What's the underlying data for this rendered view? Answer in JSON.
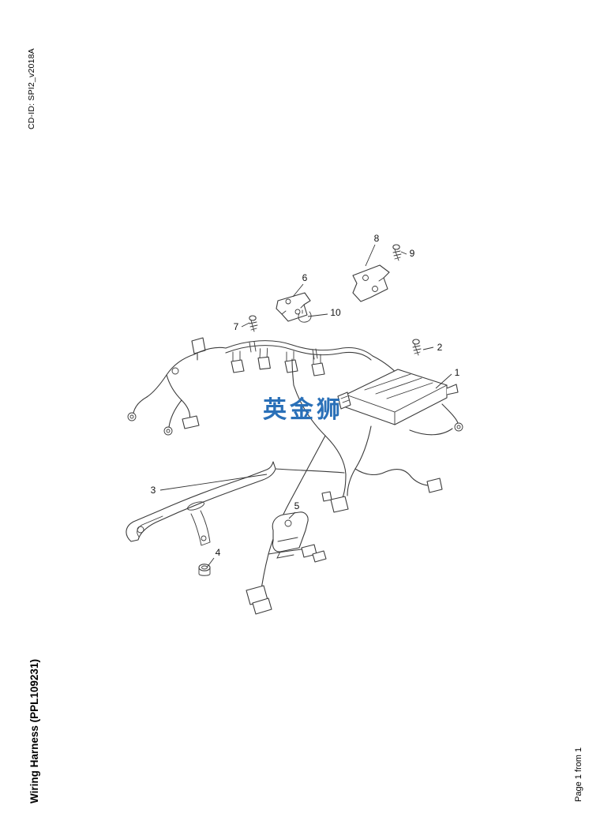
{
  "page": {
    "cd_id": "CD-ID: SPI2_v2018A",
    "title": "Wiring Harness (PPL109231)",
    "page_info": "Page 1 from 1"
  },
  "watermark": {
    "text": "英金狮",
    "color": "#2a70b8"
  },
  "diagram": {
    "callouts": [
      {
        "label": "1"
      },
      {
        "label": "2"
      },
      {
        "label": "3"
      },
      {
        "label": "4"
      },
      {
        "label": "5"
      },
      {
        "label": "6"
      },
      {
        "label": "7"
      },
      {
        "label": "8"
      },
      {
        "label": "9"
      },
      {
        "label": "10"
      }
    ]
  }
}
